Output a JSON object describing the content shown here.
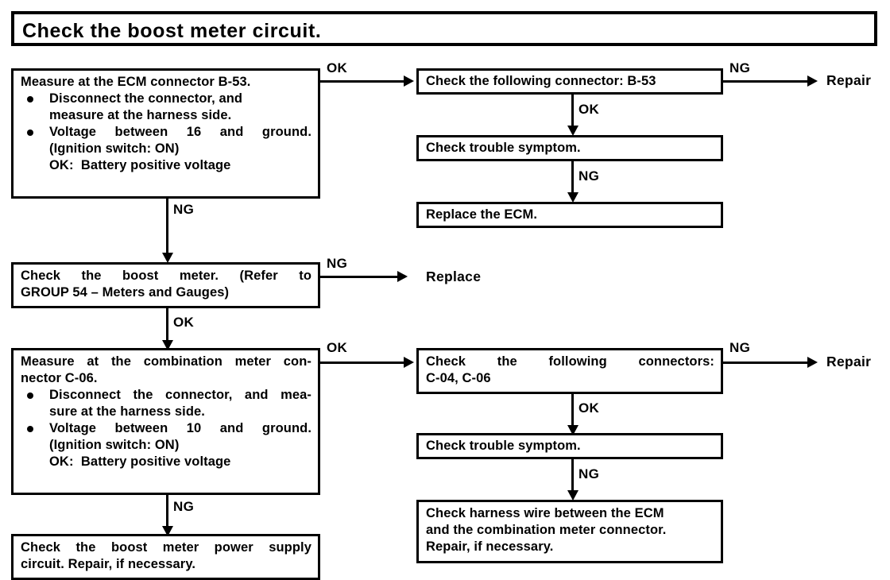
{
  "diagram": {
    "title": "Check the boost meter circuit.",
    "nodes": {
      "ecm_measure": {
        "heading": "Measure at the ECM connector B-53.",
        "bullet1_line1": "Disconnect the connector, and",
        "bullet1_line2": "measure at the harness side.",
        "bullet2_line1": "Voltage between 16 and ground.",
        "bullet2_line2": "(Ignition switch: ON)",
        "bullet2_line3": "OK:  Battery positive voltage"
      },
      "check_connector_b53": {
        "text": "Check the following connector: B-53"
      },
      "trouble_symptom_top": {
        "text": "Check trouble symptom."
      },
      "replace_ecm": {
        "text": "Replace the ECM."
      },
      "check_boost_meter": {
        "line1": "Check the boost meter. (Refer to",
        "line2": "GROUP 54 – Meters and Gauges)"
      },
      "combination_measure": {
        "heading_line1": "Measure at the combination meter con-",
        "heading_line2": "nector C-06.",
        "bullet1_line1": "Disconnect the connector, and mea-",
        "bullet1_line2": "sure at the harness side.",
        "bullet2_line1": "Voltage between 10 and ground.",
        "bullet2_line2": "(Ignition switch: ON)",
        "bullet2_line3": "OK:  Battery positive voltage"
      },
      "check_connectors_c04_c06": {
        "line1": "Check the following connectors:",
        "line2": "C-04, C-06"
      },
      "trouble_symptom_bottom": {
        "text": "Check trouble symptom."
      },
      "harness_wire": {
        "line1": "Check harness wire between the ECM",
        "line2": "and the combination meter connector.",
        "line3": "Repair, if necessary."
      },
      "boost_power_supply": {
        "line1": "Check the boost meter power supply",
        "line2": "circuit. Repair, if necessary."
      }
    },
    "terminals": {
      "repair_top": "Repair",
      "replace_middle": "Replace",
      "repair_bottom": "Repair"
    },
    "edge_labels": {
      "ecm_to_connector": "OK",
      "connector_to_repair": "NG",
      "connector_to_symptom": "OK",
      "symptom_to_replace_ecm": "NG",
      "ecm_to_boost_meter": "NG",
      "boost_meter_to_replace": "NG",
      "boost_meter_to_combination": "OK",
      "combination_to_connectors": "OK",
      "connectors_to_repair": "NG",
      "connectors_to_symptom": "OK",
      "symptom_to_harness": "NG",
      "combination_to_power_supply": "NG"
    },
    "colors": {
      "ink": "#000000",
      "paper": "#ffffff"
    }
  }
}
